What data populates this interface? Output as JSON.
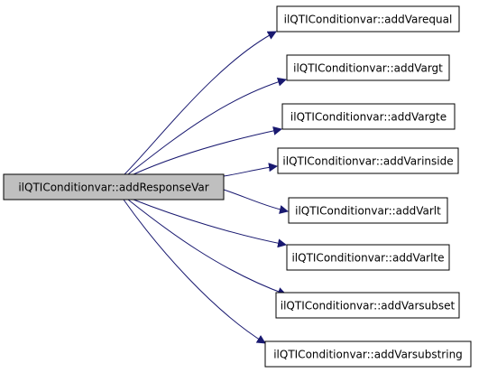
{
  "graph": {
    "source": {
      "label": "ilQTIConditionvar::addResponseVar",
      "fill": "#bfbfbf"
    },
    "targets": [
      {
        "label": "ilQTIConditionvar::addVarequal"
      },
      {
        "label": "ilQTIConditionvar::addVargt"
      },
      {
        "label": "ilQTIConditionvar::addVargte"
      },
      {
        "label": "ilQTIConditionvar::addVarinside"
      },
      {
        "label": "ilQTIConditionvar::addVarlt"
      },
      {
        "label": "ilQTIConditionvar::addVarlte"
      },
      {
        "label": "ilQTIConditionvar::addVarsubset"
      },
      {
        "label": "ilQTIConditionvar::addVarsubstring"
      }
    ],
    "edge_color": "#191970",
    "border_color": "#000000",
    "target_fill": "#ffffff"
  }
}
